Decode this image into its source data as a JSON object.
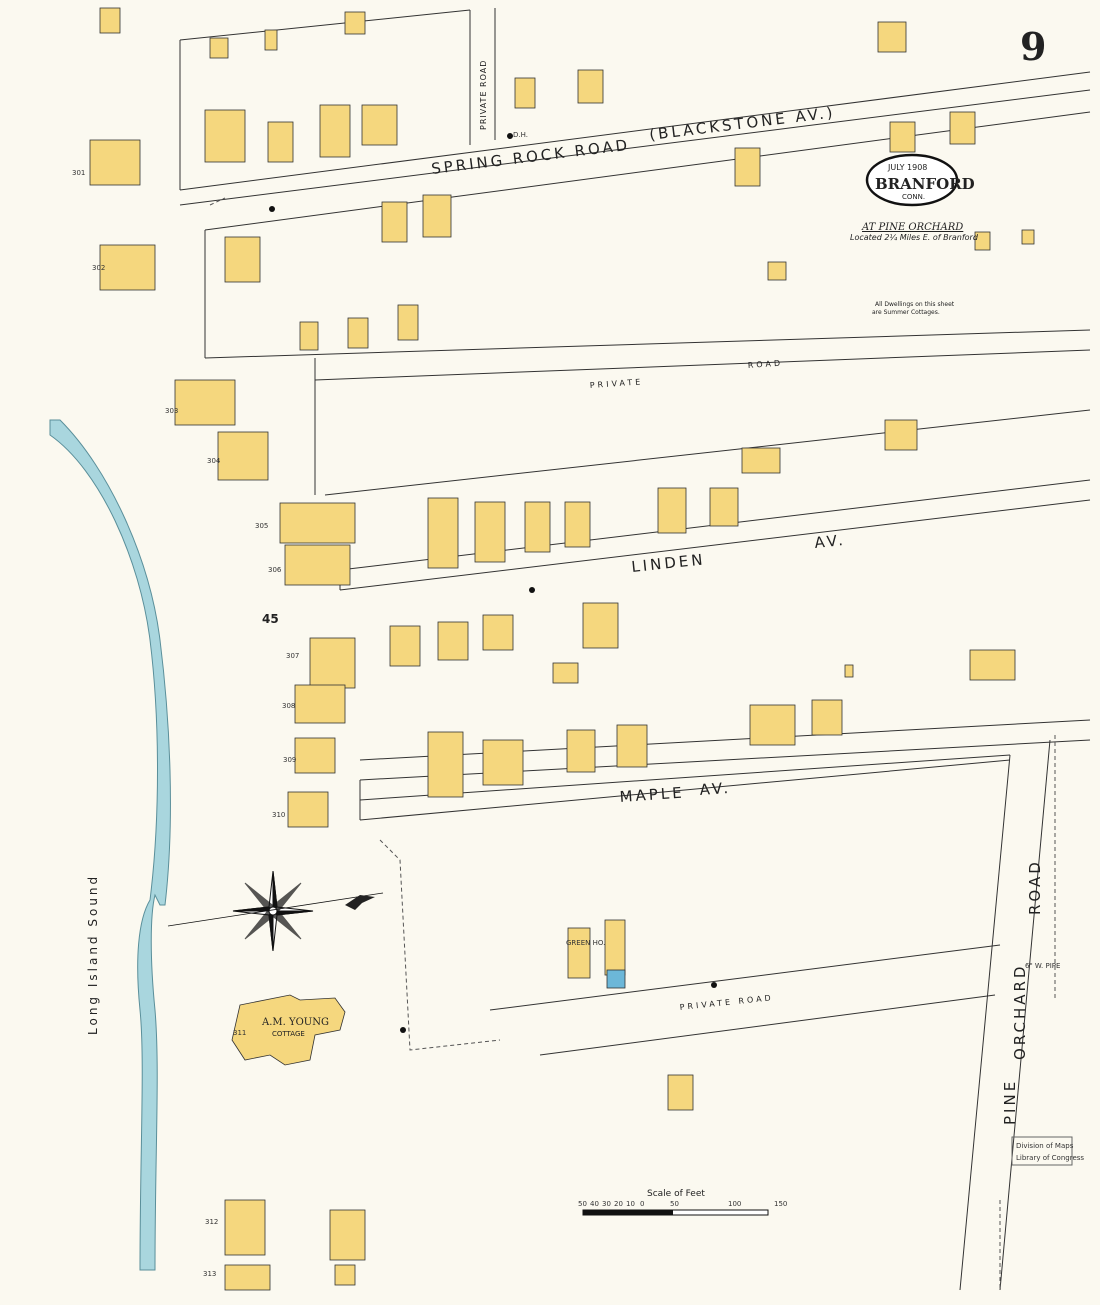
{
  "sheet": {
    "page_number": "9",
    "title_date": "JULY 1908",
    "title_town": "BRANFORD",
    "title_state": "CONN.",
    "location_name": "AT PINE ORCHARD",
    "location_detail": "Located 2¼ Miles E. of Branford",
    "note_line1": "All Dwellings on this sheet",
    "note_line2": "are Summer Cottages.",
    "adjacent_sheet": "45",
    "stamp_line1": "Division of Maps",
    "stamp_line2": "Library of Congress"
  },
  "streets": {
    "spring_rock": "SPRING ROCK ROAD",
    "blackstone": "(BLACKSTONE AV.)",
    "private_road_v": "PRIVATE ROAD",
    "private_road_top": "PRIVATE",
    "private_road_top2": "ROAD",
    "linden": "LINDEN",
    "linden_av": "AV.",
    "maple": "MAPLE",
    "maple_av": "AV.",
    "private_road_bottom": "PRIVATE ROAD",
    "pine_orchard_road_1": "PINE",
    "pine_orchard_road_2": "ORCHARD",
    "pine_orchard_road_3": "ROAD"
  },
  "water": {
    "name": "Long Island Sound"
  },
  "labels": {
    "cottage_name": "A.M. YOUNG",
    "cottage_sub": "COTTAGE",
    "green_house": "GREEN HO.",
    "scale_title": "Scale of Feet",
    "scale_ticks": [
      "50",
      "40",
      "30",
      "20",
      "10",
      "0",
      "50",
      "100",
      "150"
    ],
    "pipe": "6\" W. PIPE",
    "dh": "D.H."
  },
  "house_numbers": [
    "301",
    "302",
    "303",
    "304",
    "305",
    "306",
    "307",
    "308",
    "309",
    "310",
    "311",
    "312",
    "313"
  ],
  "colors": {
    "paper": "#fbf9f0",
    "frame": "#f7e49a",
    "water": "#a9d6de",
    "brick_blue": "#6cb7d8",
    "ink": "#222222"
  }
}
